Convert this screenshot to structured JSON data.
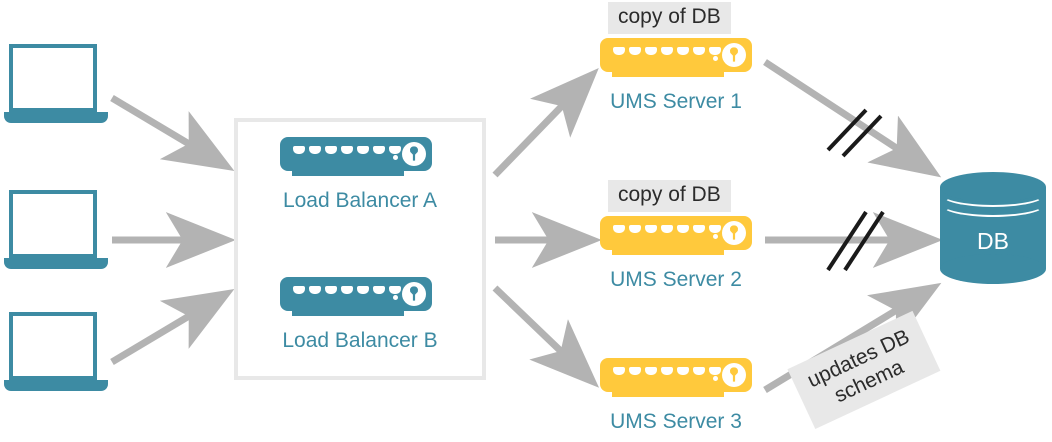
{
  "diagram": {
    "clients": [
      {
        "name": "client-laptop-1"
      },
      {
        "name": "client-laptop-2"
      },
      {
        "name": "client-laptop-3"
      }
    ],
    "load_balancers": [
      {
        "label": "Load Balancer A"
      },
      {
        "label": "Load Balancer B"
      }
    ],
    "servers": [
      {
        "label": "UMS Server 1",
        "tag": "copy of DB"
      },
      {
        "label": "UMS Server 2",
        "tag": "copy of DB"
      },
      {
        "label": "UMS Server 3",
        "tag": null
      }
    ],
    "database": {
      "label": "DB"
    },
    "annotations": {
      "updates_schema": "updates DB\nschema",
      "updates_schema_line1": "updates DB",
      "updates_schema_line2": "schema"
    },
    "colors": {
      "teal": "#3d8ba3",
      "yellow": "#ffc93c",
      "arrow_gray": "#b3b3b3",
      "tag_gray": "#e8e8e8",
      "group_border": "#e8e8e8",
      "slash_black": "#1a1a1a"
    }
  }
}
